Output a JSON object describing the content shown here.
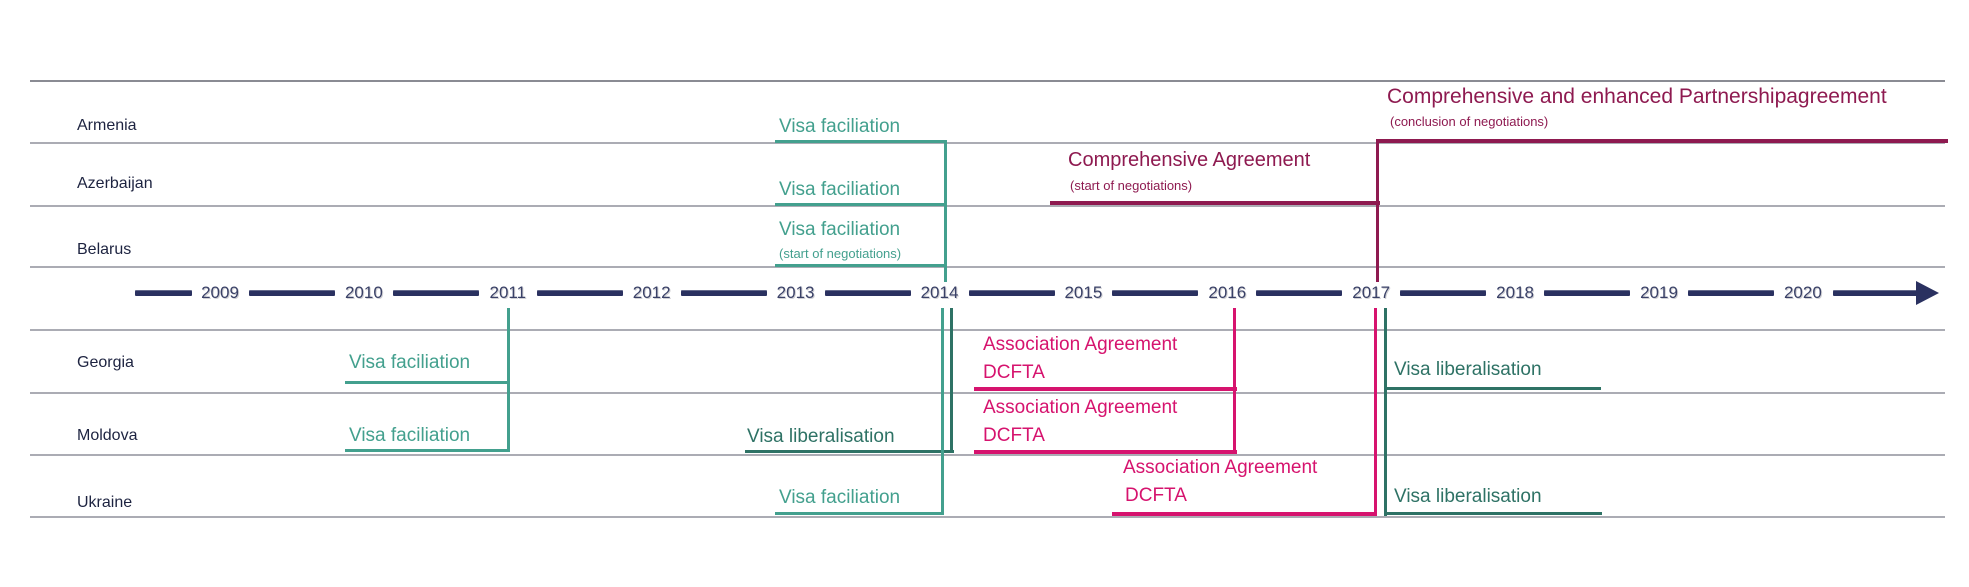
{
  "colors": {
    "teal_light": "#43A08E",
    "teal_dark": "#2E7265",
    "maroon": "#8E1A50",
    "pink": "#D6136E",
    "navy_axis": "#2A3160",
    "row_line_gray": "#ABACB4"
  },
  "countries": [
    "Armenia",
    "Azerbaijan",
    "Belarus",
    "Georgia",
    "Moldova",
    "Ukraine"
  ],
  "axis": {
    "years": [
      "2009",
      "2010",
      "2011",
      "2012",
      "2013",
      "2014",
      "2015",
      "2016",
      "2017",
      "2018",
      "2019",
      "2020"
    ]
  },
  "events": {
    "armenia_visa": {
      "country": "Armenia",
      "label": "Visa faciliation",
      "year": "2014"
    },
    "azerbaijan_visa": {
      "country": "Azerbaijan",
      "label": "Visa faciliation",
      "year": "2014"
    },
    "belarus_visa": {
      "country": "Belarus",
      "label": "Visa faciliation",
      "note": "(start of negotiations)",
      "year": "2014"
    },
    "armenia_cepa": {
      "country": "Armenia",
      "label": "Comprehensive and enhanced Partnershipagreement",
      "note": "(conclusion of negotiations)",
      "year": "2017"
    },
    "azerbaijan_ca": {
      "country": "Azerbaijan",
      "label": "Comprehensive Agreement",
      "note": "(start of negotiations)",
      "year": "2017"
    },
    "georgia_visa": {
      "country": "Georgia",
      "label": "Visa faciliation",
      "year": "2011"
    },
    "moldova_visa": {
      "country": "Moldova",
      "label": "Visa faciliation",
      "year": "2011"
    },
    "moldova_lib": {
      "country": "Moldova",
      "label": "Visa liberalisation",
      "year": "2014"
    },
    "georgia_aa": {
      "country": "Georgia",
      "label": "Association Agreement",
      "label2": "DCFTA",
      "year": "2016"
    },
    "moldova_aa": {
      "country": "Moldova",
      "label": "Association Agreement",
      "label2": "DCFTA",
      "year": "2016"
    },
    "ukraine_visa": {
      "country": "Ukraine",
      "label": "Visa faciliation",
      "year": "2014"
    },
    "ukraine_aa": {
      "country": "Ukraine",
      "label": "Association Agreement",
      "label2": "DCFTA",
      "year": "2017"
    },
    "georgia_lib": {
      "country": "Georgia",
      "label": "Visa liberalisation",
      "year": "2017"
    },
    "ukraine_lib": {
      "country": "Ukraine",
      "label": "Visa liberalisation",
      "year": "2017"
    }
  }
}
